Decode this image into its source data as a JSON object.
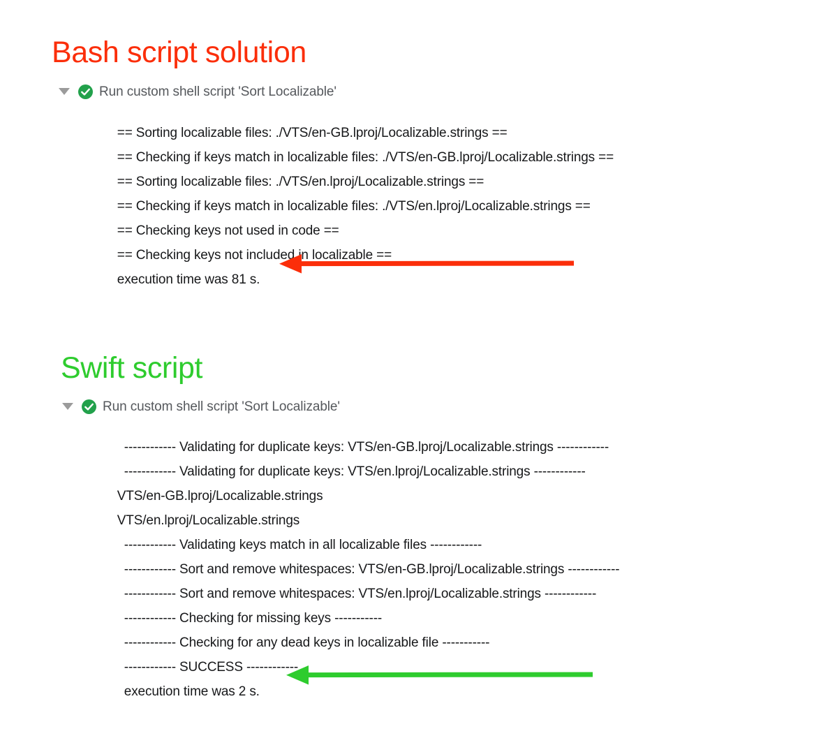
{
  "sections": [
    {
      "id": "bash",
      "title": "Bash script solution",
      "title_color": "#fb2e0a",
      "header": {
        "disclosure_state": "expanded",
        "status": "success",
        "status_icon": "green-check-circle-icon",
        "label": "Run custom shell script 'Sort Localizable'"
      },
      "lines": [
        {
          "text": "== Sorting localizable files: ./VTS/en-GB.lproj/Localizable.strings ==",
          "indent": "a"
        },
        {
          "text": "== Checking if keys match in localizable files: ./VTS/en-GB.lproj/Localizable.strings ==",
          "indent": "a"
        },
        {
          "text": "== Sorting localizable files: ./VTS/en.lproj/Localizable.strings ==",
          "indent": "a"
        },
        {
          "text": "== Checking if keys match in localizable files: ./VTS/en.lproj/Localizable.strings ==",
          "indent": "a"
        },
        {
          "text": "== Checking keys not used in code ==",
          "indent": "a"
        },
        {
          "text": "== Checking keys not included in localizable ==",
          "indent": "a"
        },
        {
          "text": "execution time was 81 s.",
          "indent": "a"
        }
      ],
      "annotation": {
        "type": "left-arrow",
        "color": "#fb2e0a",
        "points_at": "execution time was 81 s.",
        "length": 420,
        "thickness": 7
      }
    },
    {
      "id": "swift",
      "title": "Swift script",
      "title_color": "#2ecc2e",
      "header": {
        "disclosure_state": "expanded",
        "status": "success",
        "status_icon": "green-check-circle-icon",
        "label": "Run custom shell script 'Sort Localizable'"
      },
      "lines": [
        {
          "text": "------------ Validating for duplicate keys: VTS/en-GB.lproj/Localizable.strings ------------",
          "indent": "b"
        },
        {
          "text": "------------ Validating for duplicate keys: VTS/en.lproj/Localizable.strings ------------",
          "indent": "b"
        },
        {
          "text": "VTS/en-GB.lproj/Localizable.strings",
          "indent": "a"
        },
        {
          "text": "VTS/en.lproj/Localizable.strings",
          "indent": "a"
        },
        {
          "text": "------------ Validating keys match in all localizable files ------------",
          "indent": "b"
        },
        {
          "text": "------------ Sort and remove whitespaces: VTS/en-GB.lproj/Localizable.strings ------------",
          "indent": "b"
        },
        {
          "text": "------------ Sort and remove whitespaces: VTS/en.lproj/Localizable.strings ------------",
          "indent": "b"
        },
        {
          "text": "------------ Checking for missing keys -----------",
          "indent": "b"
        },
        {
          "text": "------------ Checking for any dead keys in localizable file -----------",
          "indent": "b"
        },
        {
          "text": "------------ SUCCESS ------------",
          "indent": "b"
        },
        {
          "text": "execution time was 2 s.",
          "indent": "b"
        }
      ],
      "annotation": {
        "type": "left-arrow",
        "color": "#2ecc2e",
        "points_at": "execution time was 2 s.",
        "length": 437,
        "thickness": 7
      }
    }
  ],
  "palette": {
    "background": "#ffffff",
    "log_text": "#17181a",
    "log_header_text": "#55585c",
    "disclosure_gray": "#9b9b9b",
    "success_green": "#22a14b",
    "red_accent": "#fb2e0a",
    "green_accent": "#2ecc2e"
  }
}
